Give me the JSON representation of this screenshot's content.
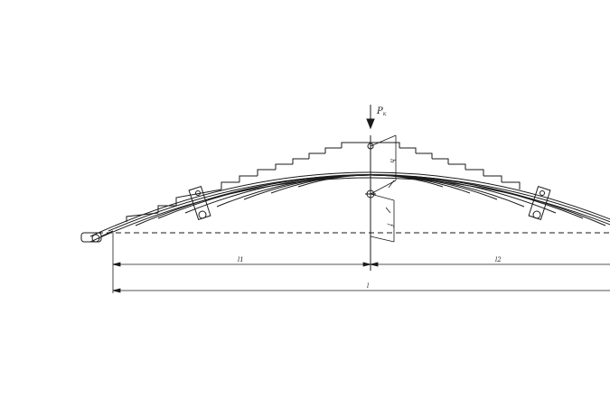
{
  "labels": {
    "load": "P",
    "load_sub": "к",
    "height_upper": "h",
    "height_lower": "f",
    "dim_left": "l1",
    "dim_right": "l2",
    "dim_total": "l"
  },
  "colors": {
    "line": "#1a1a1a",
    "background": "#ffffff"
  }
}
